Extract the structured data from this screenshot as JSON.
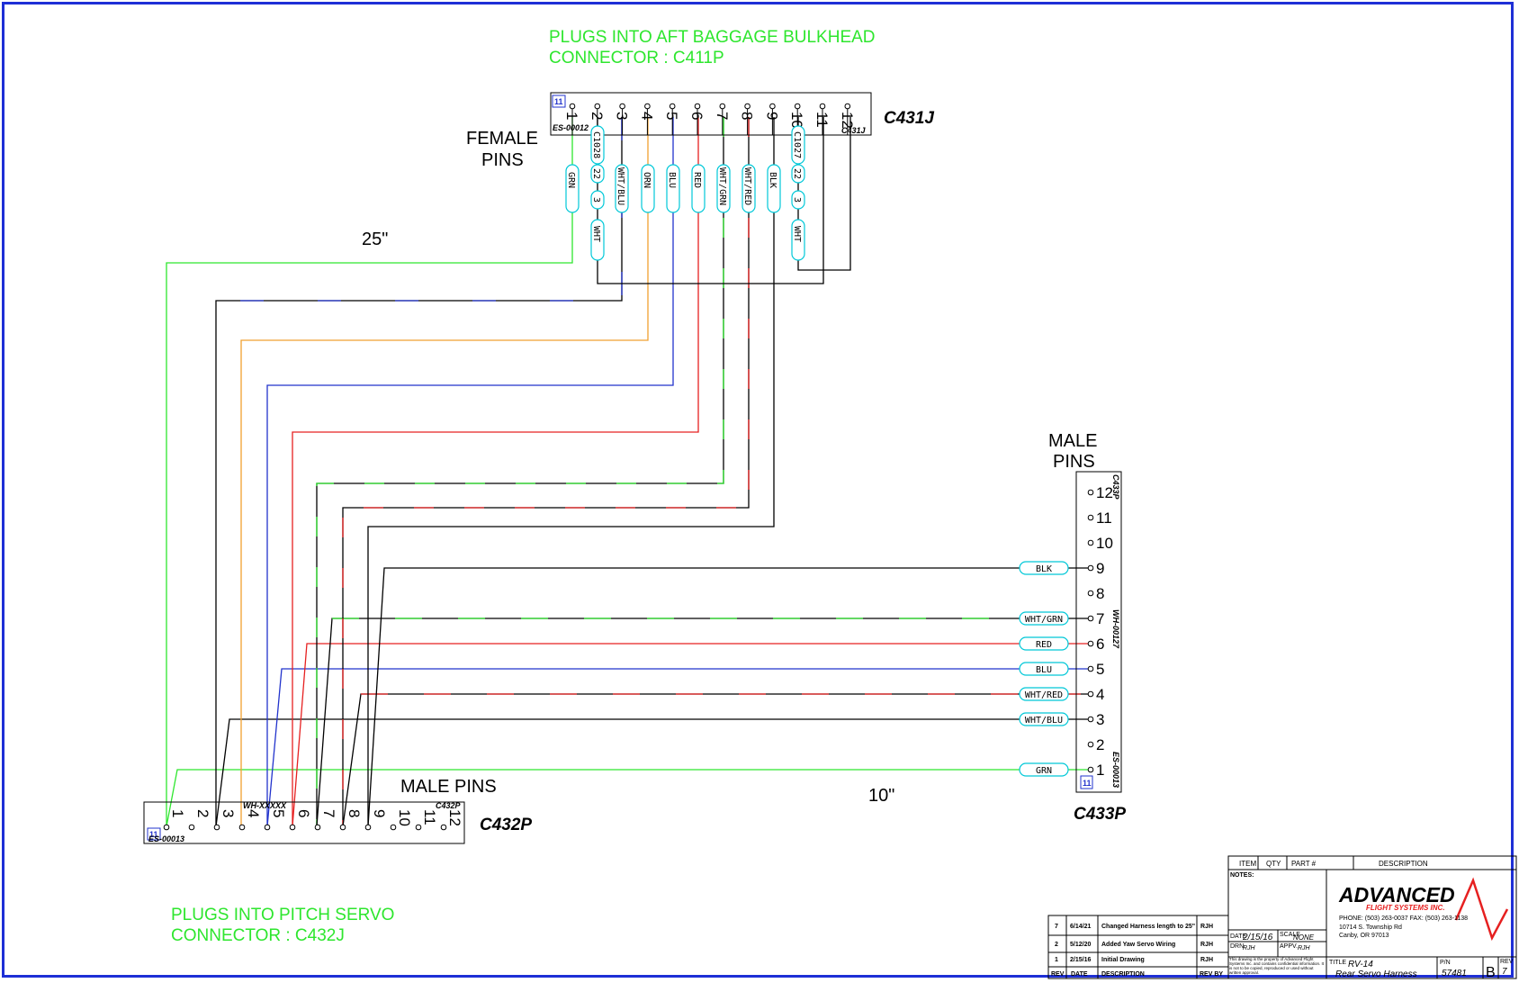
{
  "notes": {
    "top_line1": "PLUGS INTO AFT BAGGAGE BULKHEAD",
    "top_line2": "CONNECTOR : C411P",
    "bottom_line1": "PLUGS INTO PITCH SERVO",
    "bottom_line2": "CONNECTOR : C432J"
  },
  "labels": {
    "female_pins_1": "FEMALE",
    "female_pins_2": "PINS",
    "male_pins_right_1": "MALE",
    "male_pins_right_2": "PINS",
    "male_pins_bottom": "MALE PINS",
    "length_top": "25\"",
    "length_bottom": "10\""
  },
  "connectors": {
    "c431j": {
      "name": "C431J",
      "tag": "C431J",
      "part": "ES-00012",
      "badge": "11",
      "pins": [
        "1",
        "2",
        "3",
        "4",
        "5",
        "6",
        "7",
        "8",
        "9",
        "10",
        "11",
        "12"
      ]
    },
    "c432p": {
      "name": "C432P",
      "tag": "C432P",
      "part": "ES-00013",
      "badge": "11",
      "harness": "WH-XXXXX",
      "pins": [
        "1",
        "2",
        "3",
        "4",
        "5",
        "6",
        "7",
        "8",
        "9",
        "10",
        "11",
        "12"
      ]
    },
    "c433p": {
      "name": "C433P",
      "tag": "C433P",
      "part": "ES-00013",
      "badge": "11",
      "harness": "WH-00127",
      "pins": [
        "1",
        "2",
        "3",
        "4",
        "5",
        "6",
        "7",
        "8",
        "9",
        "10",
        "11",
        "12"
      ]
    }
  },
  "top_sleeves": {
    "c1028": "C1028",
    "c1027": "C1027",
    "grn": "GRN",
    "twenty_two_a": "22",
    "three_a": "3",
    "wht_a": "WHT",
    "wht_blu": "WHT/BLU",
    "orn": "ORN",
    "blu": "BLU",
    "red": "RED",
    "wht_grn": "WHT/GRN",
    "wht_red": "WHT/RED",
    "blk": "BLK",
    "twenty_two_b": "22",
    "three_b": "3",
    "wht_b": "WHT"
  },
  "right_sleeves": {
    "blk": "BLK",
    "wht_grn": "WHT/GRN",
    "red": "RED",
    "blu": "BLU",
    "wht_red": "WHT/RED",
    "wht_blu": "WHT/BLU",
    "grn": "GRN"
  },
  "colors": {
    "green": "#2ee62e",
    "blue": "#2233cc",
    "red": "#e62020",
    "orange": "#f0a030",
    "black": "#000000",
    "cyan": "#00c8d8",
    "border": "#1e2fd6"
  },
  "title_block": {
    "head_item": "ITEM",
    "head_qty": "QTY",
    "head_part": "PART #",
    "head_desc": "DESCRIPTION",
    "notes": "NOTES:",
    "company": "ADVANCED",
    "company_sub": "FLIGHT SYSTEMS INC.",
    "phone": "PHONE: (503) 263-0037  FAX: (503) 263-1138",
    "addr1": "10714 S. Township Rd",
    "addr2": "Canby, OR 97013",
    "date_label": "DATE",
    "date_value": "2/15/16",
    "scale_label": "SCALE",
    "scale_value": "NONE",
    "drn_label": "DRN",
    "drn_value": "RJH",
    "appv_label": "APPV.",
    "appv_value": "RJH",
    "legal": "This drawing is the property of Advanced Flight Systems Inc. and contains confidential information. It is not to be copied, reproduced or used without written approval.",
    "title_label": "TITLE",
    "title_value1": "RV-14",
    "title_value2": "Rear Servo Harness",
    "pn_label": "P/N",
    "pn_value": "57481",
    "size_value": "B",
    "rev_label": "REV",
    "rev_value": "7"
  },
  "revisions": {
    "head_rev": "REV",
    "head_date": "DATE",
    "head_desc": "DESCRIPTION",
    "head_by": "REV BY",
    "rows": [
      {
        "rev": "7",
        "date": "6/14/21",
        "desc": "Changed Harness length to 25\"",
        "by": "RJH"
      },
      {
        "rev": "2",
        "date": "5/12/20",
        "desc": "Added Yaw Servo Wiring",
        "by": "RJH"
      },
      {
        "rev": "1",
        "date": "2/15/16",
        "desc": "Initial Drawing",
        "by": "RJH"
      }
    ]
  }
}
